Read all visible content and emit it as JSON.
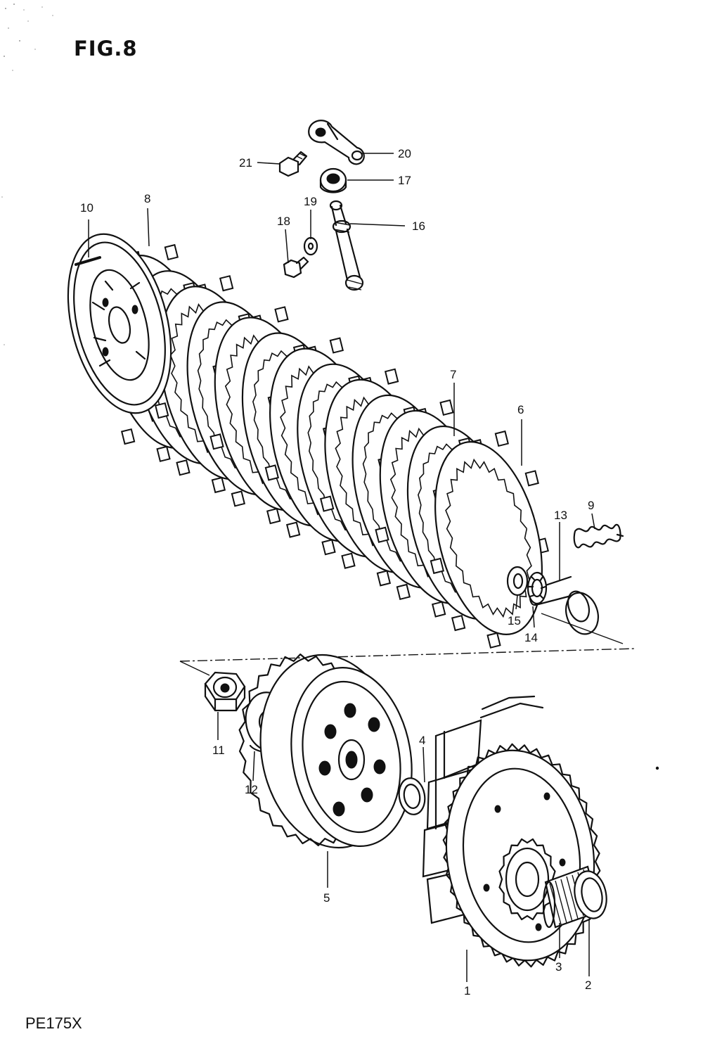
{
  "figure": {
    "title": "FIG.8",
    "model": "PE175X"
  },
  "callouts": [
    {
      "id": "c1",
      "text": "1"
    },
    {
      "id": "c2",
      "text": "2"
    },
    {
      "id": "c3",
      "text": "3"
    },
    {
      "id": "c4",
      "text": "4"
    },
    {
      "id": "c5",
      "text": "5"
    },
    {
      "id": "c6",
      "text": "6"
    },
    {
      "id": "c7",
      "text": "7"
    },
    {
      "id": "c8",
      "text": "8"
    },
    {
      "id": "c9",
      "text": "9"
    },
    {
      "id": "c10",
      "text": "10"
    },
    {
      "id": "c11",
      "text": "11"
    },
    {
      "id": "c12",
      "text": "12"
    },
    {
      "id": "c13",
      "text": "13"
    },
    {
      "id": "c14",
      "text": "14"
    },
    {
      "id": "c15",
      "text": "15"
    },
    {
      "id": "c16",
      "text": "16"
    },
    {
      "id": "c17",
      "text": "17"
    },
    {
      "id": "c18",
      "text": "18"
    },
    {
      "id": "c19",
      "text": "19"
    },
    {
      "id": "c20",
      "text": "20"
    },
    {
      "id": "c21",
      "text": "21"
    }
  ],
  "plates": {
    "count": 13
  }
}
